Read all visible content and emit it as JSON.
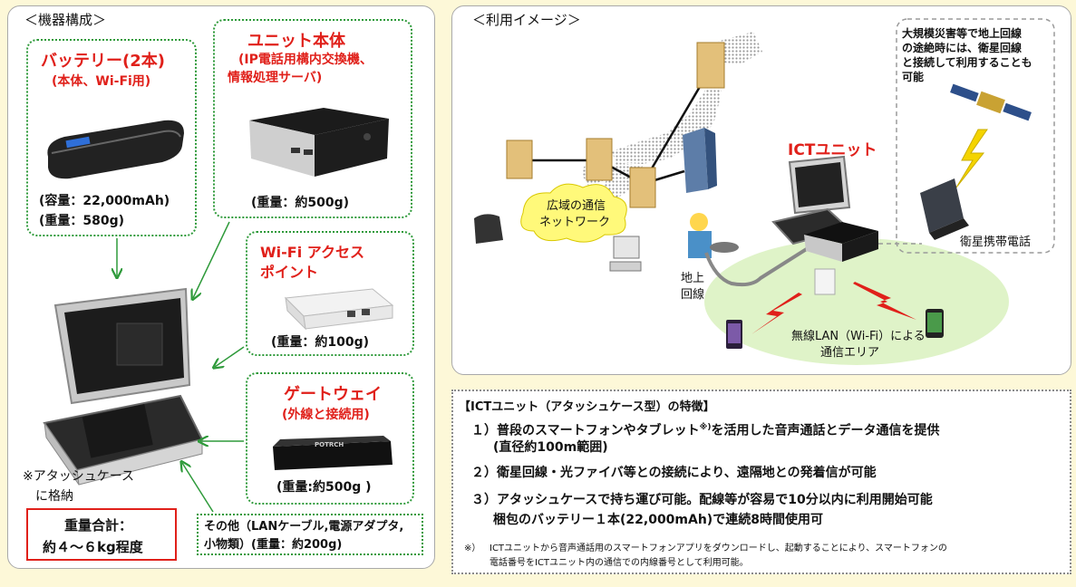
{
  "left": {
    "title": "＜機器構成＞",
    "battery": {
      "title": "バッテリー(2本)",
      "sub": "(本体、Wi-Fi用)",
      "cap": "(容量：22,000mAh)",
      "weight": "(重量：580g)"
    },
    "unit": {
      "title": "ユニット本体",
      "sub1": "(IP電話用構内交換機、",
      "sub2": "情報処理サーバ)",
      "weight": "(重量：約500g)"
    },
    "wifi": {
      "title1": "Wi-Fi アクセス",
      "title2": "ポイント",
      "weight": "(重量：約100g)"
    },
    "gateway": {
      "title": "ゲートウェイ",
      "sub": "(外線と接続用)",
      "weight": "(重量:約500g )",
      "brand": "POTRCH"
    },
    "case_note1": "※アタッシュケース",
    "case_note2": "に格納",
    "total1": "重量合計：",
    "total2": "約４～６kg程度",
    "other1": "その他（LANケーブル,電源アダプタ,",
    "other2": "小物類）(重量：約200g)"
  },
  "right": {
    "title": "＜利用イメージ＞",
    "network1": "広域の通信",
    "network2": "ネットワーク",
    "ground1": "地上",
    "ground2": "回線",
    "ict": "ICTユニット",
    "wlan1": "無線LAN（Wi-Fi）による",
    "wlan2": "通信エリア",
    "sat_note": [
      "大規模災害等で地上回線",
      "の途絶時には、衛星回線",
      "と接続して利用することも",
      "可能"
    ],
    "sat_phone": "衛星携帯電話"
  },
  "features": {
    "heading": "【ICTユニット（アタッシュケース型）の特徴】",
    "f1a": "１）普段のスマートフォンやタブレット",
    "f1mark": "※)",
    "f1b": "を活用した音声通話とデータ通信を提供",
    "f1c": "(直径約100m範囲)",
    "f2": "２）衛星回線・光ファイバ等との接続により、遠隔地との発着信が可能",
    "f3a": "３）アタッシュケースで持ち運び可能。配線等が容易で10分以内に利用開始可能",
    "f3b": "梱包のバッテリー１本(22,000mAh)で連続8時間使用可",
    "note_mark": "※）",
    "note1": "ICTユニットから音声通話用のスマートフォンアプリをダウンロードし、起動することにより、スマートフォンの",
    "note2": "電話番号をICTユニット内の通信での内線番号として利用可能。"
  },
  "colors": {
    "red": "#e0201a",
    "green": "#2e9a3a",
    "bg": "#fdf8d8"
  }
}
